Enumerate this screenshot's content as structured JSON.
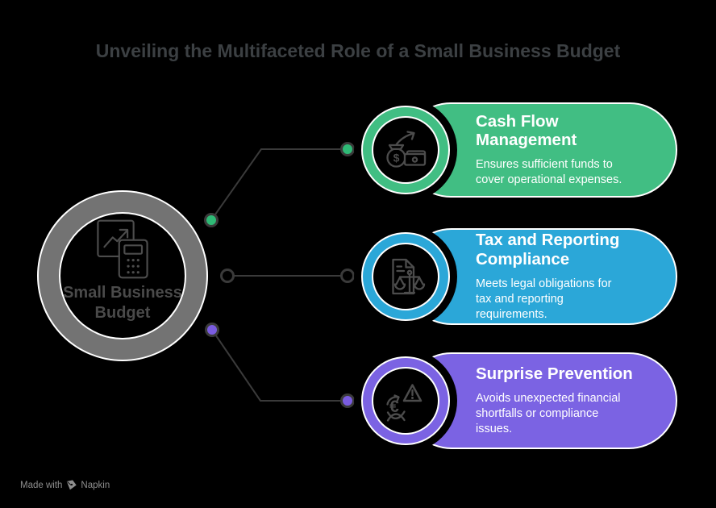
{
  "title": "Unveiling the Multifaceted Role of a Small Business Budget",
  "center": {
    "label": "Small Business\nBudget",
    "icon": "chart-calculator-icon"
  },
  "branches": [
    {
      "id": "cash-flow-management",
      "title": "Cash Flow\nManagement",
      "description": "Ensures sufficient funds to\ncover operational expenses.",
      "color": "#41BE83",
      "icon": "money-bag-arrow-cash-icon"
    },
    {
      "id": "tax-and-reporting-compliance",
      "title": "Tax and Reporting\nCompliance",
      "description": "Meets legal obligations for\ntax and reporting\nrequirements.",
      "color": "#2BA7D8",
      "icon": "document-scales-icon"
    },
    {
      "id": "surprise-prevention",
      "title": "Surprise Prevention",
      "description": "Avoids unexpected financial\nshortfalls or compliance\nissues.",
      "color": "#7B63E3",
      "icon": "euro-warning-icon"
    }
  ],
  "connectors": [
    {
      "branch": "cash-flow-management",
      "dot_style": "filled",
      "dot_color": "#2FBA76"
    },
    {
      "branch": "tax-and-reporting-compliance",
      "dot_style": "hollow",
      "dot_color": "#000000"
    },
    {
      "branch": "surprise-prevention",
      "dot_style": "filled",
      "dot_color": "#7A5CE0"
    }
  ],
  "footer": {
    "made_with": "Made with",
    "brand": "Napkin"
  },
  "colors": {
    "background": "#000000",
    "title_text": "#3C4043",
    "center_ring": "#737373",
    "center_label_text": "#4A4A4A",
    "connector_line": "#3A3A3A",
    "card_text": "#FFFFFF",
    "footer_text": "#8E8E8E",
    "icon_stroke": "#4C4C4C"
  }
}
